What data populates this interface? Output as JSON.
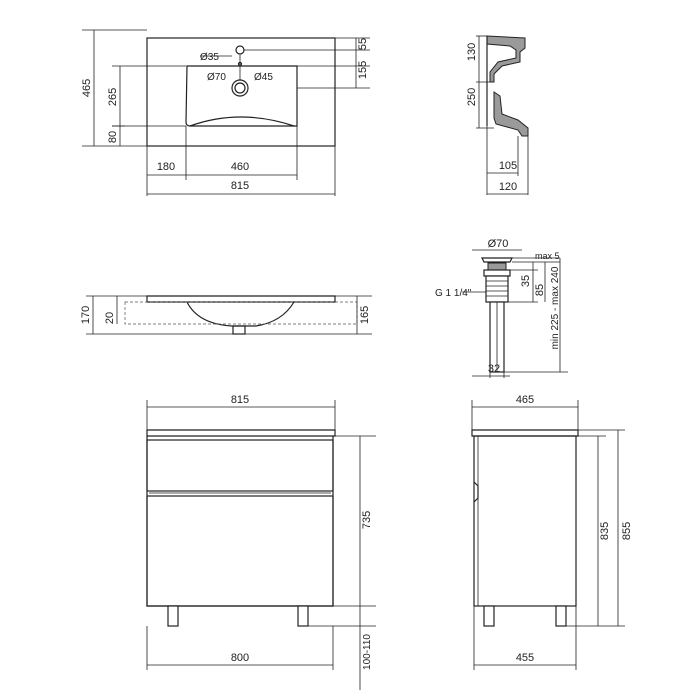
{
  "basin_top": {
    "hole_d": "Ø35",
    "drain_d": "Ø70",
    "drain_inner_d": "Ø45",
    "dim_55": "55",
    "dim_155": "155",
    "dim_465": "465",
    "dim_265": "265",
    "dim_80": "80",
    "dim_180": "180",
    "dim_460": "460",
    "dim_815": "815"
  },
  "basin_side_section": {
    "dim_130": "130",
    "dim_250": "250",
    "dim_105": "105",
    "dim_120": "120"
  },
  "basin_front": {
    "dim_170": "170",
    "dim_20": "20",
    "dim_165": "165"
  },
  "drain": {
    "d": "Ø70",
    "max5": "max 5",
    "dim_35": "35",
    "dim_85": "85",
    "range": "min 225 - max 240",
    "thread": "G 1 1/4\"",
    "dim_32": "32"
  },
  "cabinet_front": {
    "dim_815": "815",
    "dim_735": "735",
    "dim_800": "800",
    "legs": "100-110"
  },
  "cabinet_side": {
    "dim_465": "465",
    "dim_835": "835",
    "dim_855": "855",
    "dim_455": "455"
  }
}
